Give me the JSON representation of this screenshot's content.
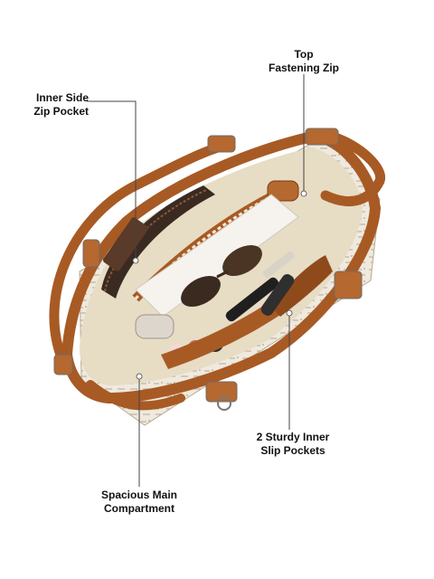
{
  "callouts": {
    "inner_side_zip_pocket": {
      "line1": "Inner Side",
      "line2": "Zip Pocket"
    },
    "top_fastening_zip": {
      "line1": "Top",
      "line2": "Fastening Zip"
    },
    "inner_slip_pockets": {
      "line1": "2 Sturdy Inner",
      "line2": "Slip Pockets"
    },
    "main_compartment": {
      "line1": "Spacious Main",
      "line2": "Compartment"
    }
  },
  "colors": {
    "leather": "#a85a24",
    "leather_dark": "#7a3d15",
    "leather_light": "#c77a3e",
    "lining": "#e7dcc4",
    "canvas_pattern": "#ece6da",
    "leader_line": "#444444",
    "callout_text": "#111111"
  }
}
